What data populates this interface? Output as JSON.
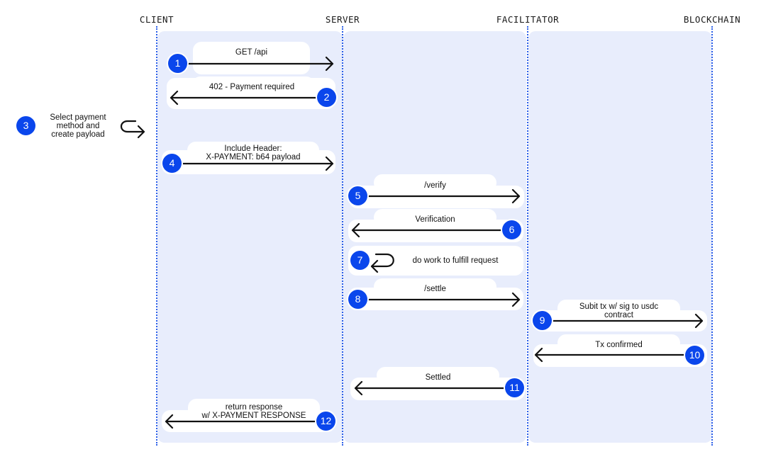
{
  "lanes": {
    "client": "CLIENT",
    "server": "SERVER",
    "facilitator": "FACILITATOR",
    "blockchain": "BLOCKCHAIN"
  },
  "colors": {
    "accent": "#0a46ec",
    "lifeline": "#2a5ee8",
    "panel": "#e8edfc"
  },
  "steps": [
    {
      "num": "1",
      "lines": [
        "GET /api"
      ]
    },
    {
      "num": "2",
      "lines": [
        "402 - Payment required"
      ]
    },
    {
      "num": "3",
      "lines": [
        "Select payment",
        "method and",
        "create payload"
      ]
    },
    {
      "num": "4",
      "lines": [
        "Include Header:",
        "X-PAYMENT: b64 payload"
      ]
    },
    {
      "num": "5",
      "lines": [
        "/verify"
      ]
    },
    {
      "num": "6",
      "lines": [
        "Verification"
      ]
    },
    {
      "num": "7",
      "lines": [
        "do work to fulfill request"
      ]
    },
    {
      "num": "8",
      "lines": [
        "/settle"
      ]
    },
    {
      "num": "9",
      "lines": [
        "Subit tx w/ sig to usdc",
        "contract"
      ]
    },
    {
      "num": "10",
      "lines": [
        "Tx confirmed"
      ]
    },
    {
      "num": "11",
      "lines": [
        "Settled"
      ]
    },
    {
      "num": "12",
      "lines": [
        "return response",
        "w/ X-PAYMENT RESPONSE"
      ]
    }
  ]
}
